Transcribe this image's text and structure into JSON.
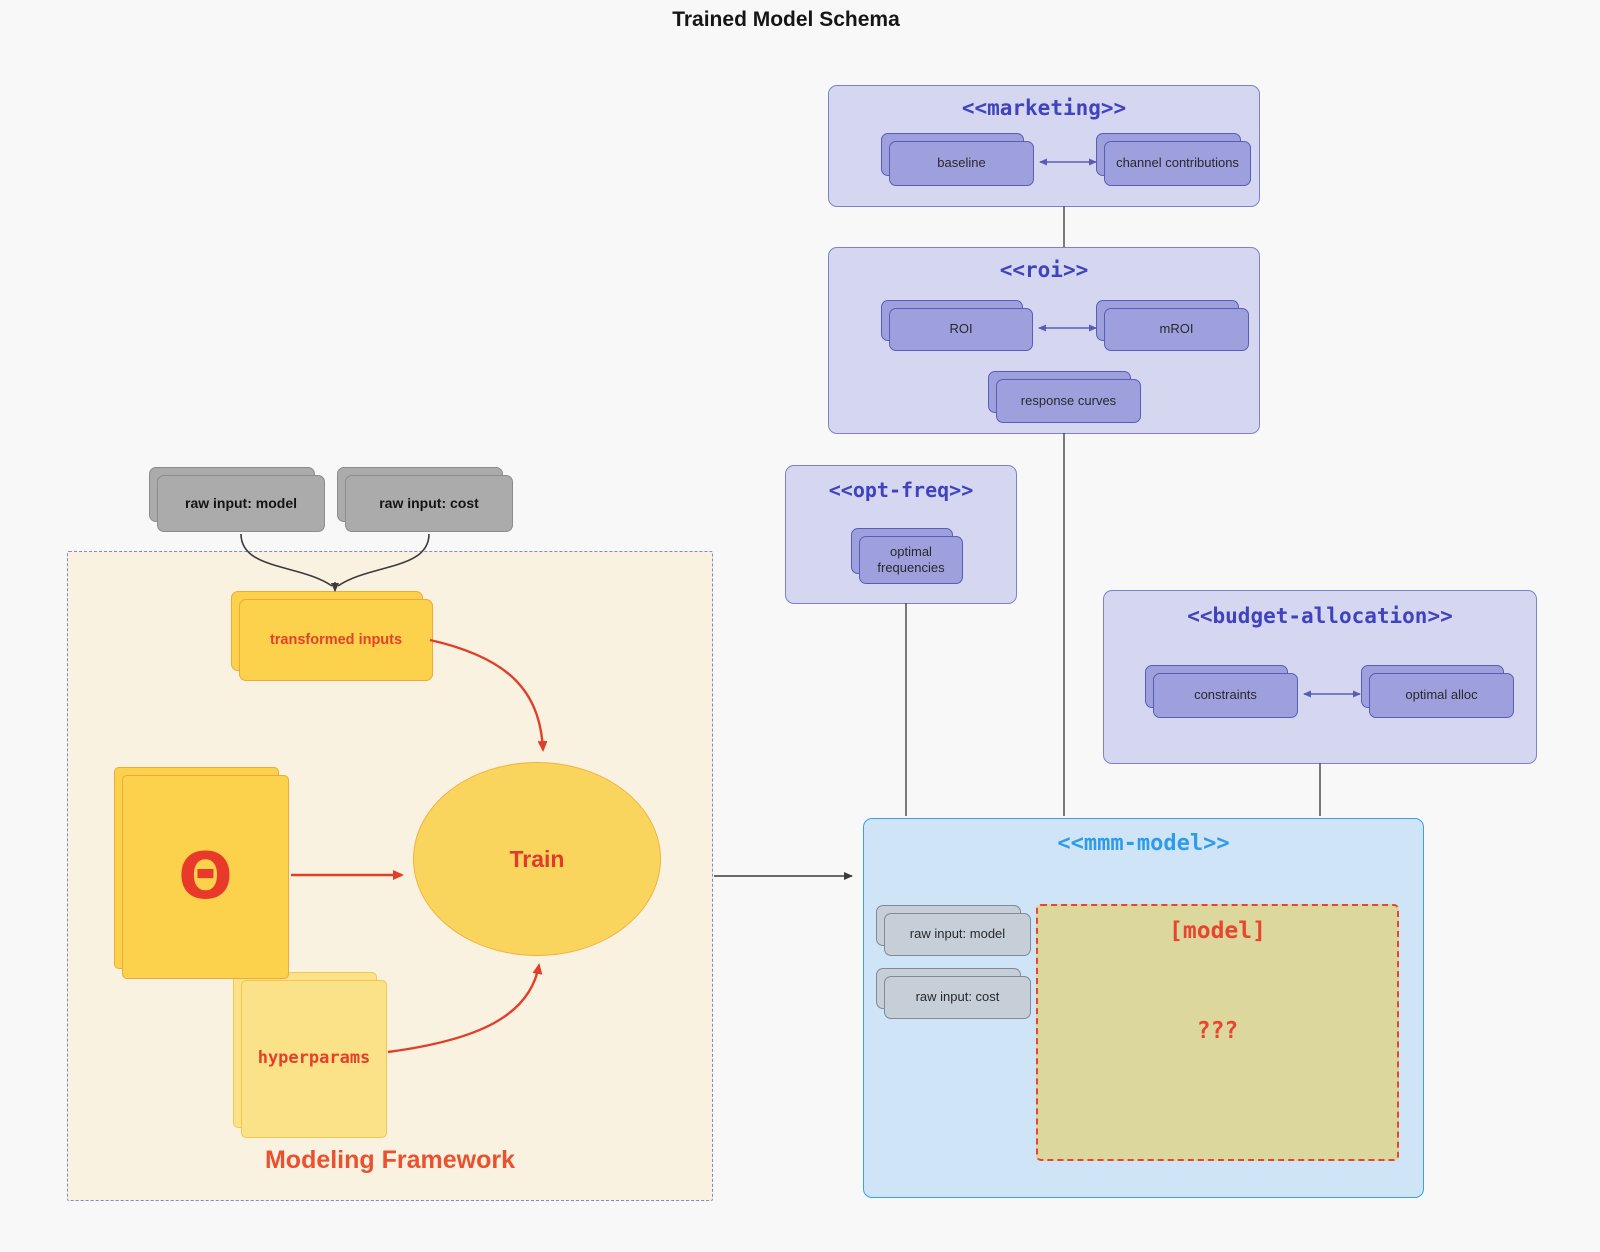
{
  "title": "Trained Model Schema",
  "colors": {
    "purple_accent": "#4043be",
    "purple_node_fill": "#9ea0dd",
    "lavender_container": "#d5d6f0",
    "blue_accent": "#2f9ce8",
    "blue_container": "#cfe4f7",
    "yellow_node": "#fcd24c",
    "yellow_light_node": "#fbe187",
    "gray_node": "#ababab",
    "gray_light_node": "#c6cfd7",
    "cream_region": "#faf2e0",
    "olive_model_box": "#dcd79c",
    "red_accent": "#e5402b"
  },
  "groups": {
    "marketing": {
      "title": "<<marketing>>",
      "nodes": {
        "baseline": "baseline",
        "channel_contributions": "channel contributions"
      }
    },
    "roi": {
      "title": "<<roi>>",
      "nodes": {
        "roi": "ROI",
        "mroi": "mROI",
        "response_curves": "response curves"
      }
    },
    "opt_freq": {
      "title": "<<opt-freq>>",
      "nodes": {
        "optimal_frequencies": "optimal frequencies"
      }
    },
    "budget_allocation": {
      "title": "<<budget-allocation>>",
      "nodes": {
        "constraints": "constraints",
        "optimal_alloc": "optimal alloc"
      }
    },
    "mmm_model": {
      "title": "<<mmm-model>>",
      "nodes": {
        "raw_input_model": "raw input: model",
        "raw_input_cost": "raw input: cost",
        "model_placeholder": "[model]",
        "unknown": "???"
      }
    }
  },
  "external_inputs": {
    "raw_input_model": "raw input: model",
    "raw_input_cost": "raw input: cost"
  },
  "framework": {
    "label": "Modeling Framework",
    "nodes": {
      "transformed_inputs": "transformed inputs",
      "theta": "Θ",
      "train": "Train",
      "hyperparams": "hyperparams"
    }
  }
}
